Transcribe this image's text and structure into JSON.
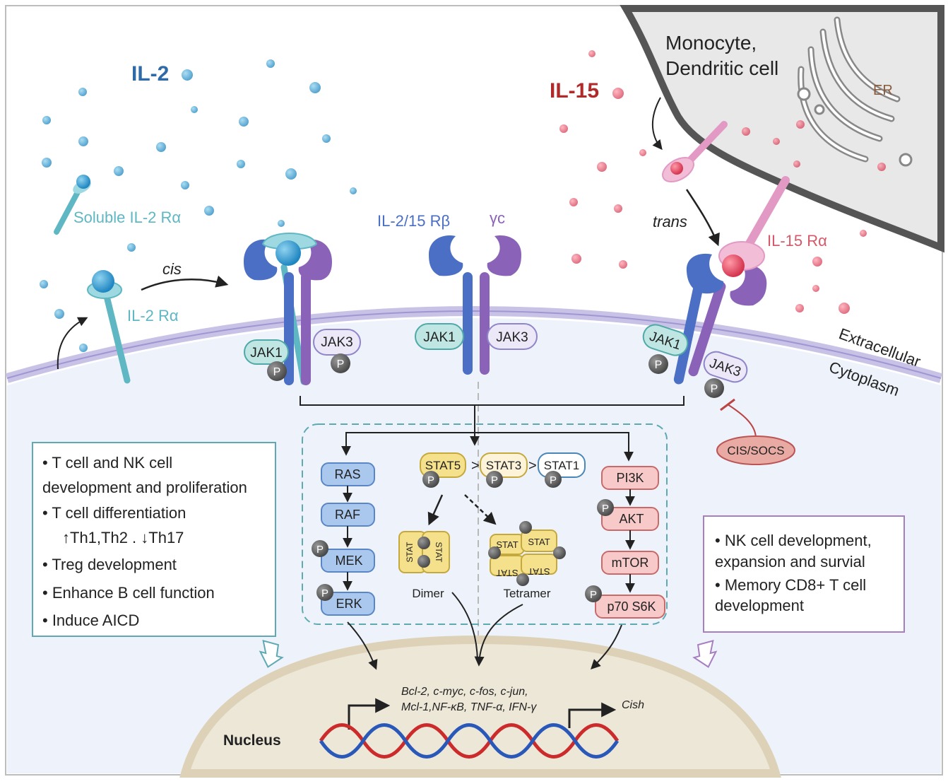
{
  "titles": {
    "il2": "IL-2",
    "il15": "IL-15",
    "cell": "Monocyte,\nDendritic cell",
    "er": "ER"
  },
  "labels": {
    "soluble_il2ra": "Soluble IL-2 Rα",
    "il2ra": "IL-2 Rα",
    "cis": "cis",
    "trans": "trans",
    "il2_15rb": "IL-2/15 Rβ",
    "gamma_c": "γc",
    "il15ra": "IL-15 Rα",
    "extracellular": "Extracellular",
    "cytoplasm": "Cytoplasm",
    "jak1": "JAK1",
    "jak3": "JAK3",
    "p": "P",
    "cis_socs": "CIS/SOCS",
    "nucleus": "Nucleus",
    "dimer": "Dimer",
    "tetramer": "Tetramer",
    "stat": "STAT"
  },
  "pathways": {
    "mapk": [
      "RAS",
      "RAF",
      "MEK",
      "ERK"
    ],
    "stat": [
      "STAT5",
      "STAT3",
      "STAT1"
    ],
    "stat_sep": ">",
    "pi3k": [
      "PI3K",
      "AKT",
      "mTOR",
      "p70 S6K"
    ]
  },
  "genes": {
    "line1": "Bcl-2, c-myc, c-fos, c-jun,",
    "line2": "Mcl-1,NF-κB, TNF-α, IFN-γ",
    "cish": "Cish"
  },
  "il2_effects": [
    "• T cell  and NK cell",
    "development and proliferation",
    "• T cell differentiation",
    "↑Th1,Th2 . ↓Th17",
    "• Treg development",
    "• Enhance B cell function",
    "• Induce AICD"
  ],
  "il15_effects": [
    "• NK cell  development,",
    "expansion and survial",
    "• Memory CD8+  T cell",
    "development"
  ],
  "colors": {
    "il2_blue": "#2e6aa8",
    "il15_red": "#b02a2a",
    "teal": "#5fb7c4",
    "rbeta": "#4a6fc4",
    "gammac": "#8a63b8",
    "il15ra": "#e29ac4",
    "mapk_fill": "#aac8ee",
    "pi3k_fill": "#f7c9c9",
    "stat_fill": "#f5e08c"
  }
}
